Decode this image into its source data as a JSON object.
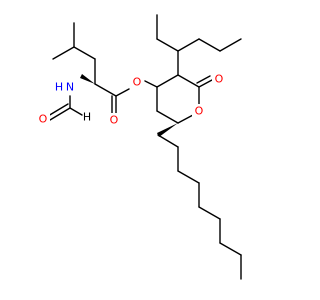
{
  "molecule": {
    "atoms": {
      "o_ester": {
        "symbol": "O",
        "color": "#ff0000"
      },
      "o_ester_carbonyl": {
        "symbol": "O",
        "color": "#ff0000"
      },
      "o_lactone_carbonyl": {
        "symbol": "O",
        "color": "#ff0000"
      },
      "o_ring": {
        "symbol": "O",
        "color": "#ff0000"
      },
      "nh": {
        "symbol": "N",
        "h": "H",
        "color": "#0000ff"
      },
      "o_formyl": {
        "symbol": "O",
        "color": "#ff0000"
      },
      "formyl_h": {
        "symbol": "H",
        "color": "#000000"
      }
    },
    "bond_color": "#000000"
  }
}
